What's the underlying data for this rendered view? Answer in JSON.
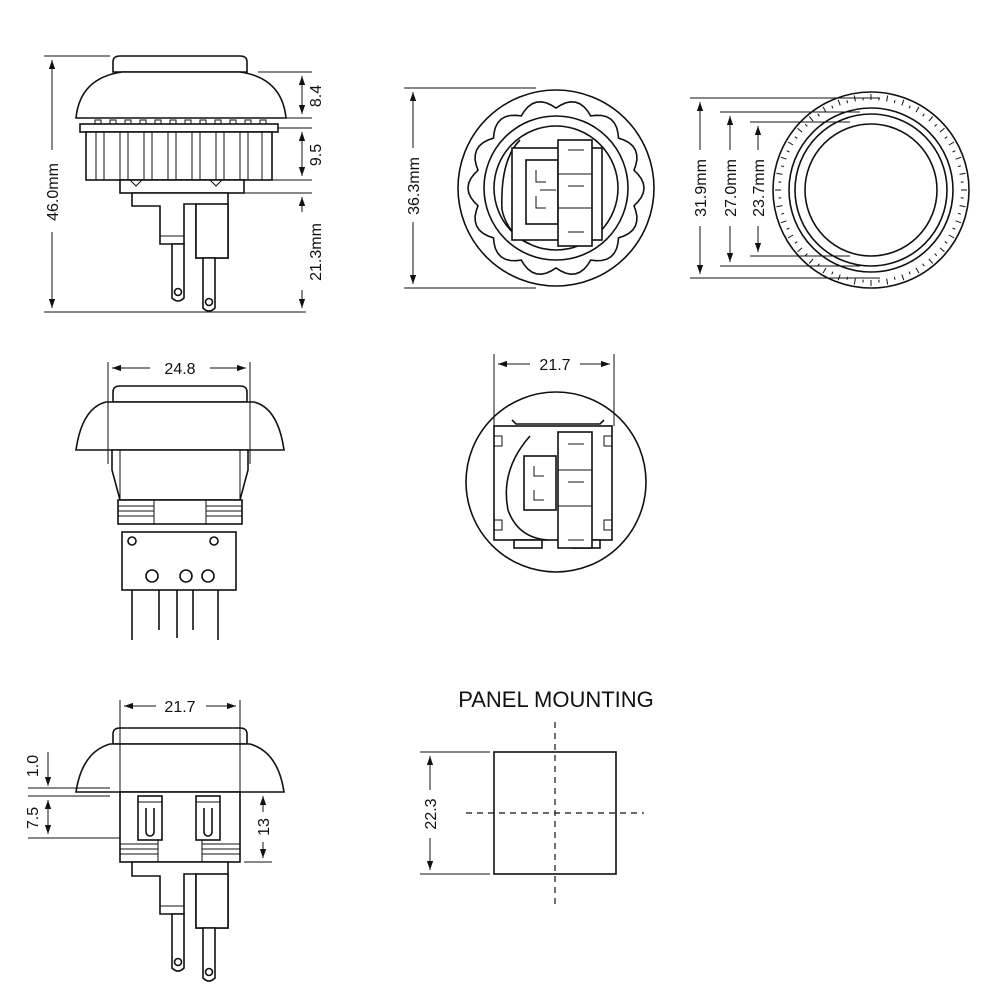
{
  "dimensions": {
    "side_top_height": "8.4",
    "side_flange_height": "9.5",
    "side_total_height": "46.0mm",
    "side_terminal_height": "21.3mm",
    "top_outer_diameter": "36.3mm",
    "ring_outer": "31.9mm",
    "ring_middle": "27.0mm",
    "ring_inner": "23.7mm",
    "front_width": "24.8",
    "back_width": "21.7",
    "side2_width": "21.7",
    "side2_offset_a": "1.0",
    "side2_offset_b": "7.5",
    "side2_body_height": "13",
    "panel_size": "22.3"
  },
  "labels": {
    "panel_mounting": "PANEL MOUNTING"
  },
  "colors": {
    "line": "#111111",
    "background": "#ffffff"
  }
}
